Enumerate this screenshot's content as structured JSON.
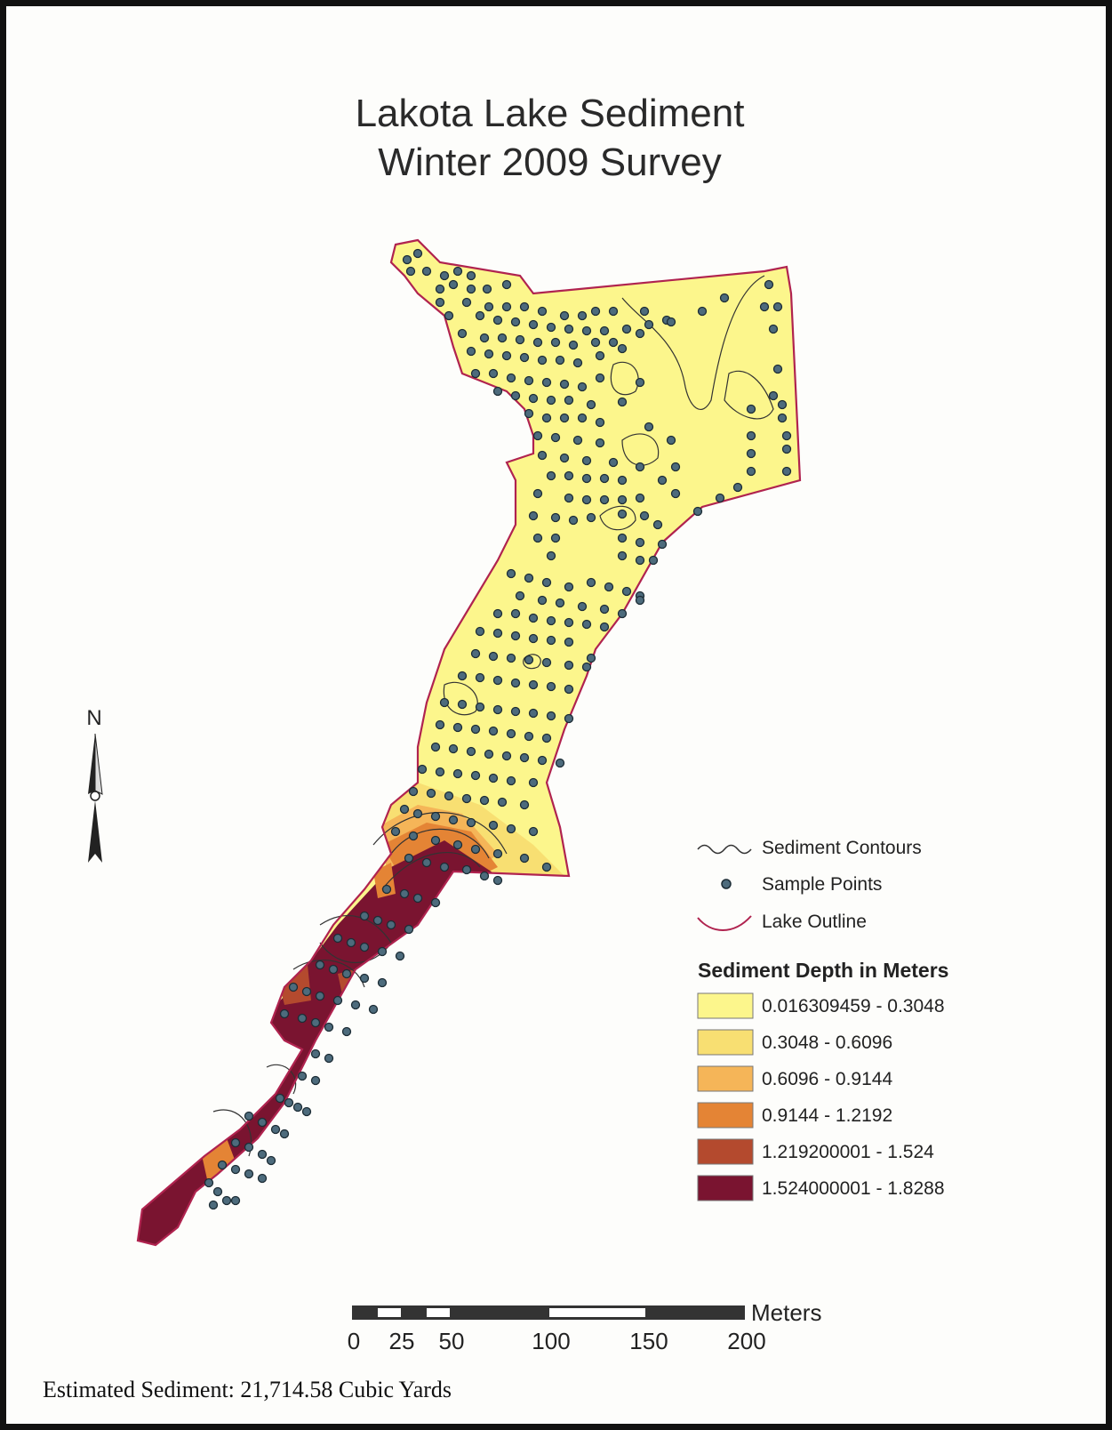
{
  "title": {
    "line1": "Lakota Lake Sediment",
    "line2": "Winter 2009 Survey"
  },
  "north_arrow": {
    "label": "N",
    "icon": "north-arrow-icon"
  },
  "legend": {
    "items": [
      {
        "symbol": "contour-line-icon",
        "label": "Sediment Contours"
      },
      {
        "symbol": "sample-point-icon",
        "label": "Sample Points",
        "color": "#4d6b7c"
      },
      {
        "symbol": "lake-outline-icon",
        "label": "Lake Outline",
        "color": "#b0234f"
      }
    ],
    "heading": "Sediment Depth in Meters",
    "classes": [
      {
        "label": "0.016309459 - 0.3048",
        "color": "#fcf68c"
      },
      {
        "label": "0.3048 - 0.6096",
        "color": "#f8df72"
      },
      {
        "label": "0.6096 - 0.9144",
        "color": "#f5b558"
      },
      {
        "label": "0.9144 - 1.2192",
        "color": "#e48435"
      },
      {
        "label": "1.219200001 - 1.524",
        "color": "#b44a2e"
      },
      {
        "label": "1.524000001 - 1.8288",
        "color": "#7a1430"
      }
    ]
  },
  "scale_bar": {
    "unit": "Meters",
    "ticks": [
      "0",
      "25",
      "50",
      "100",
      "150",
      "200"
    ]
  },
  "footer": "Estimated Sediment: 21,714.58 Cubic Yards"
}
